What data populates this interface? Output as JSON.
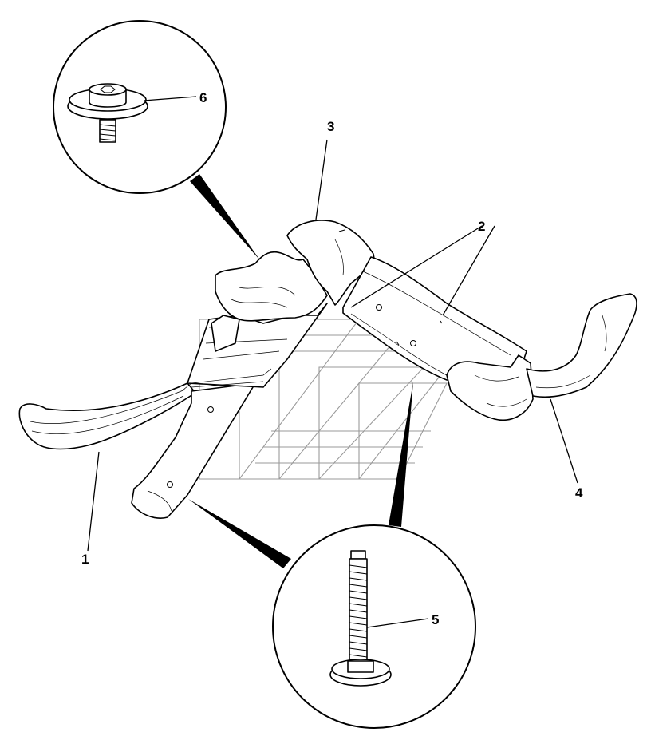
{
  "callouts": [
    {
      "id": "1",
      "label": "1"
    },
    {
      "id": "2",
      "label": "2"
    },
    {
      "id": "3",
      "label": "3"
    },
    {
      "id": "4",
      "label": "4"
    },
    {
      "id": "5",
      "label": "5"
    },
    {
      "id": "6",
      "label": "6"
    }
  ],
  "details": {
    "bolt_detail": "flange-bolt",
    "screw_detail": "long-threaded-screw"
  },
  "colors": {
    "line": "#000000",
    "watermark": "#9a9a9a",
    "background": "#ffffff"
  }
}
